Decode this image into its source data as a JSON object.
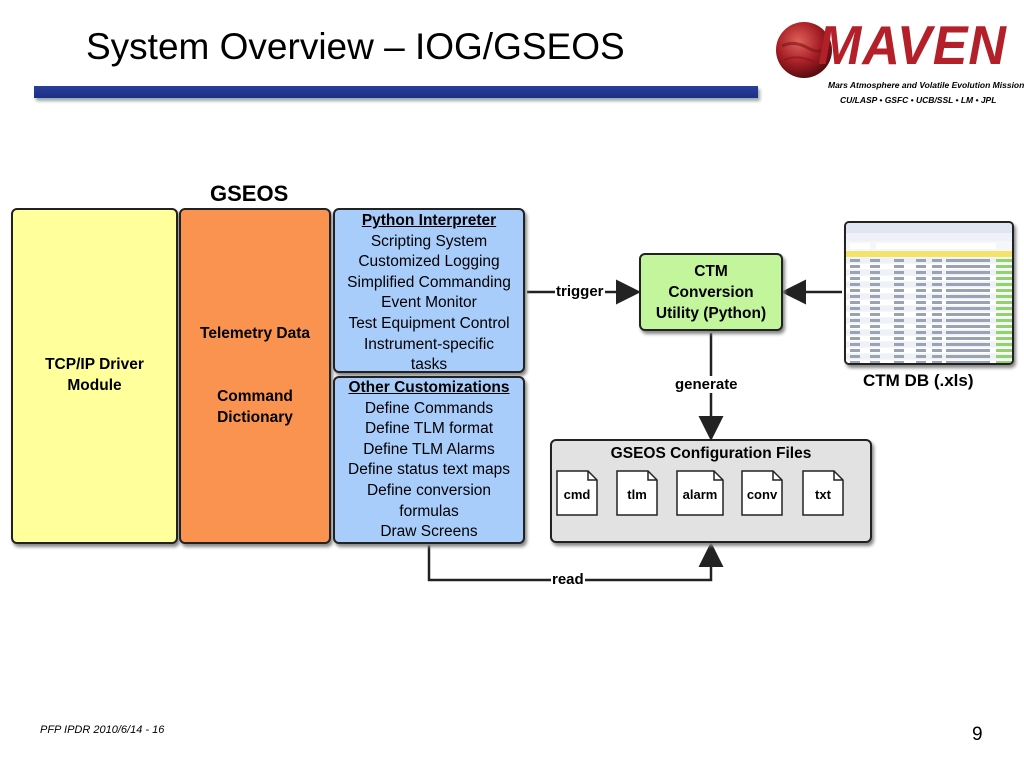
{
  "slide": {
    "title": "System Overview – IOG/GSEOS",
    "footer": "PFP IPDR 2010/6/14 - 16",
    "page_number": "9"
  },
  "logo": {
    "word": "MAVEN",
    "tagline": "Mars Atmosphere and Volatile Evolution Mission",
    "partners": "CU/LASP • GSFC • UCB/SSL • LM • JPL"
  },
  "diagram": {
    "gseos_label": "GSEOS",
    "tcpip": [
      "TCP/IP Driver",
      "Module"
    ],
    "telemetry": [
      "Telemetry Data"
    ],
    "command": [
      "Command",
      "Dictionary"
    ],
    "python": {
      "header": "Python Interpreter",
      "items": [
        "Scripting System",
        "Customized Logging",
        "Simplified Commanding",
        "Event Monitor",
        "Test Equipment Control",
        "Instrument-specific",
        "tasks"
      ]
    },
    "other": {
      "header": "Other Customizations",
      "items": [
        "Define Commands",
        "Define TLM format",
        "Define TLM Alarms",
        "Define status text maps",
        "Define conversion",
        "formulas",
        "Draw Screens"
      ]
    },
    "ctm": [
      "CTM",
      "Conversion",
      "Utility (Python)"
    ],
    "ctm_db_label": "CTM DB (.xls)",
    "config": {
      "title": "GSEOS Configuration Files",
      "files": [
        "cmd",
        "tlm",
        "alarm",
        "conv",
        "txt"
      ]
    },
    "arrows": {
      "trigger": "trigger",
      "generate": "generate",
      "read": "read"
    }
  }
}
